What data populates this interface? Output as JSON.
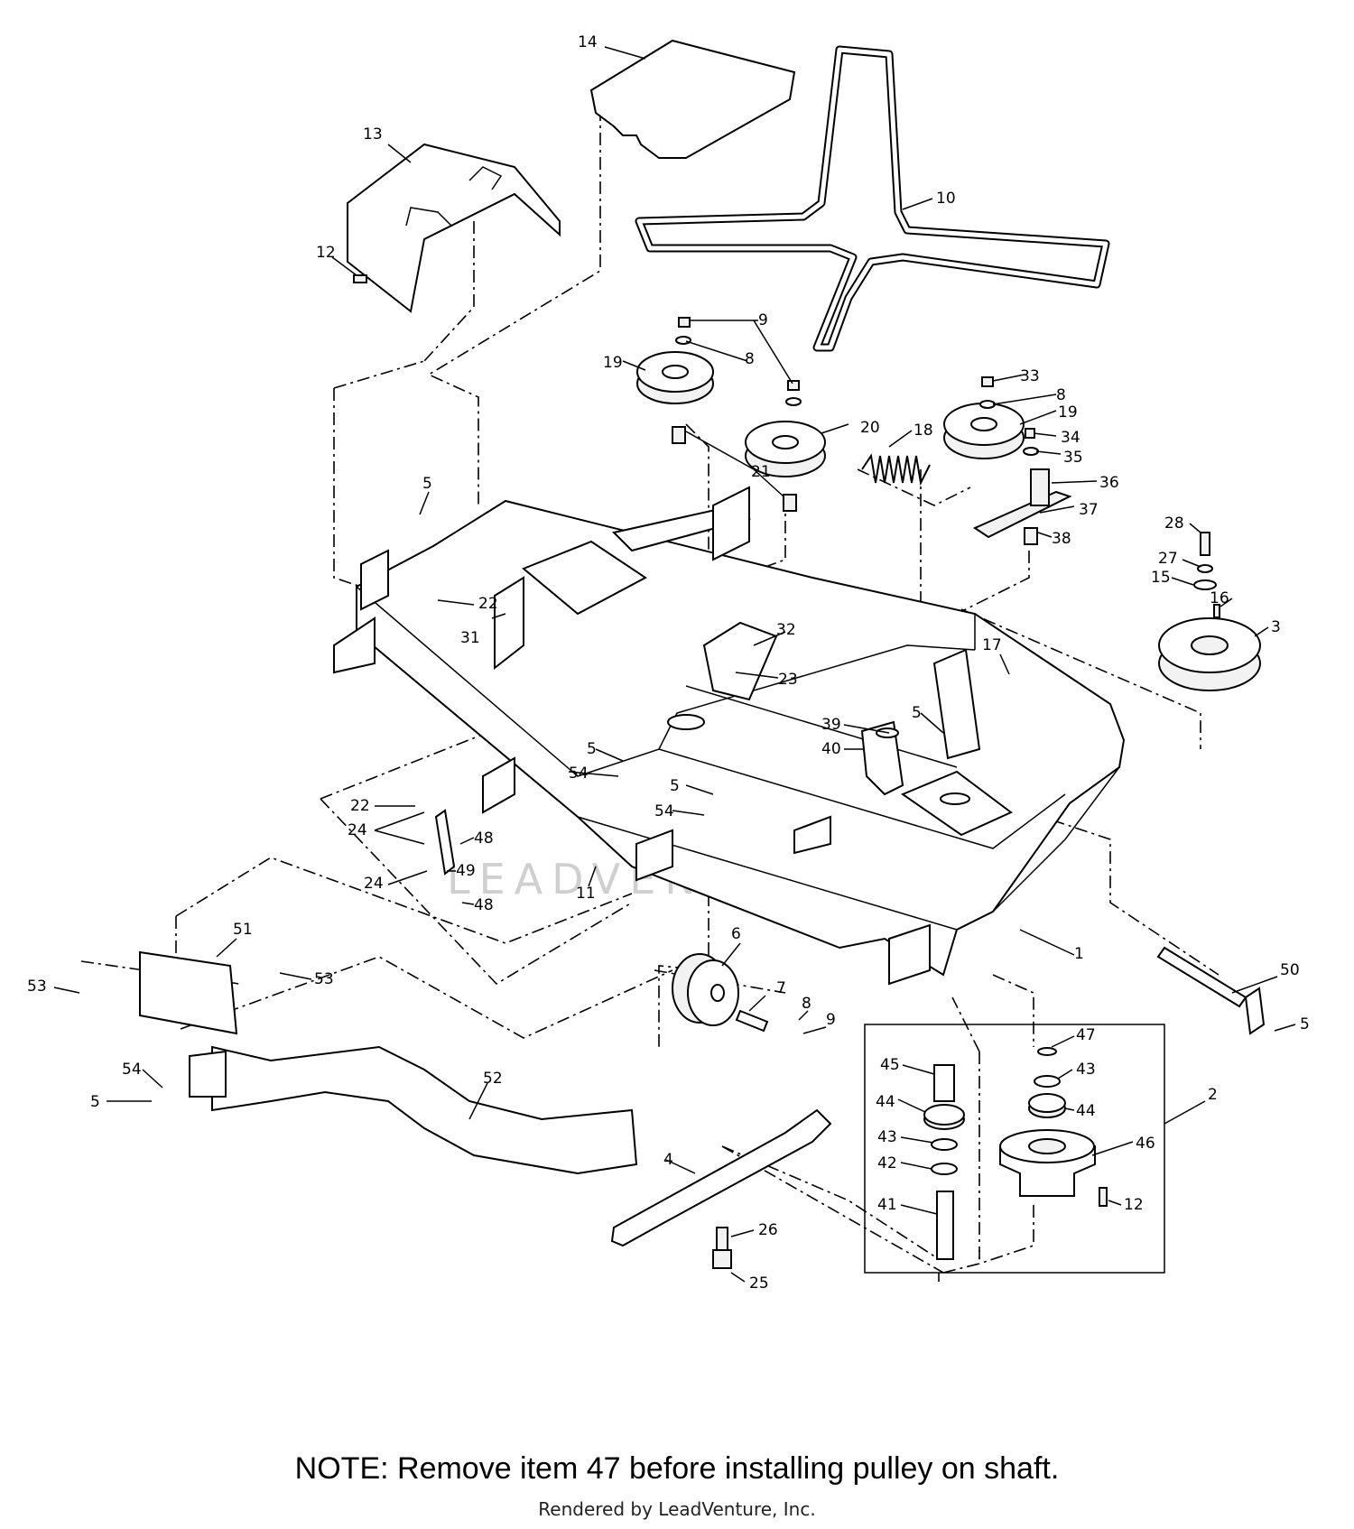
{
  "note": "NOTE: Remove item 47 before installing pulley on shaft.",
  "credit": "Rendered by LeadVenture, Inc.",
  "watermark": "LEADVENTURE",
  "callouts": [
    "14",
    "13",
    "12",
    "10",
    "9",
    "8",
    "19",
    "20",
    "21",
    "18",
    "33",
    "8",
    "19",
    "34",
    "35",
    "36",
    "37",
    "38",
    "28",
    "27",
    "15",
    "16",
    "3",
    "5",
    "22",
    "31",
    "32",
    "23",
    "17",
    "39",
    "40",
    "5",
    "5",
    "54",
    "5",
    "54",
    "22",
    "24",
    "48",
    "49",
    "24",
    "48",
    "11",
    "51",
    "53",
    "53",
    "6",
    "7",
    "8",
    "9",
    "50",
    "5",
    "1",
    "47",
    "45",
    "43",
    "44",
    "44",
    "2",
    "43",
    "46",
    "42",
    "12",
    "41",
    "54",
    "5",
    "52",
    "4",
    "26",
    "25"
  ]
}
